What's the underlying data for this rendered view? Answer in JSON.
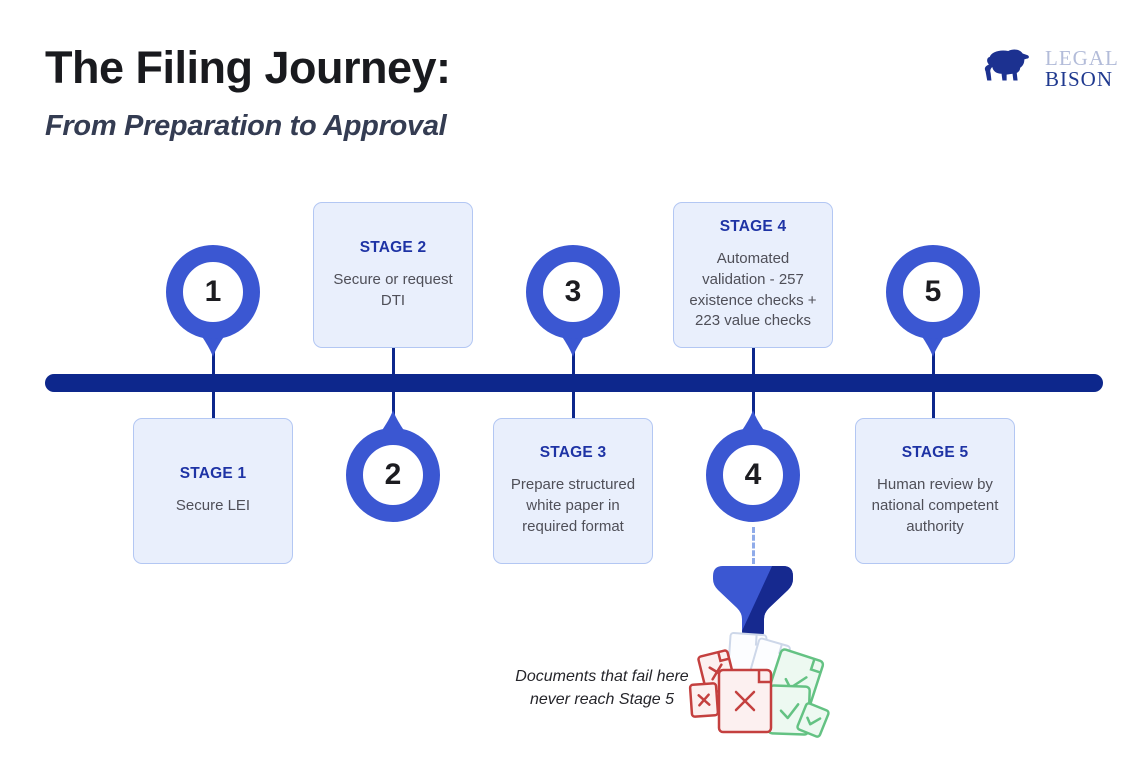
{
  "header": {
    "title": "The Filing Journey:",
    "subtitle": "From Preparation to Approval"
  },
  "logo": {
    "word1": "LEGAL",
    "word2": "BISON",
    "icon": "bison-icon"
  },
  "timeline": {
    "stages": [
      {
        "number": "1",
        "label": "STAGE 1",
        "description": "Secure LEI",
        "card_position": "below"
      },
      {
        "number": "2",
        "label": "STAGE 2",
        "description": "Secure or request DTI",
        "card_position": "above"
      },
      {
        "number": "3",
        "label": "STAGE 3",
        "description": "Prepare structured white paper in required format",
        "card_position": "below"
      },
      {
        "number": "4",
        "label": "STAGE 4",
        "description": "Automated validation - 257 existence checks + 223 value checks",
        "card_position": "above"
      },
      {
        "number": "5",
        "label": "STAGE 5",
        "description": "Human review by national competent authority",
        "card_position": "below"
      }
    ]
  },
  "funnel_note": {
    "line1": "Documents that fail here",
    "line2": "never reach Stage 5"
  },
  "colors": {
    "timeline_bar": "#0d278c",
    "pin_ring": "#3b57d2",
    "card_background": "#e9effc",
    "card_border": "#b3c7f3",
    "stage_label": "#1e33a5",
    "funnel_light": "#3b57d2",
    "funnel_dark": "#16298f",
    "fail_red": "#c4403f",
    "pass_green": "#64c283"
  }
}
